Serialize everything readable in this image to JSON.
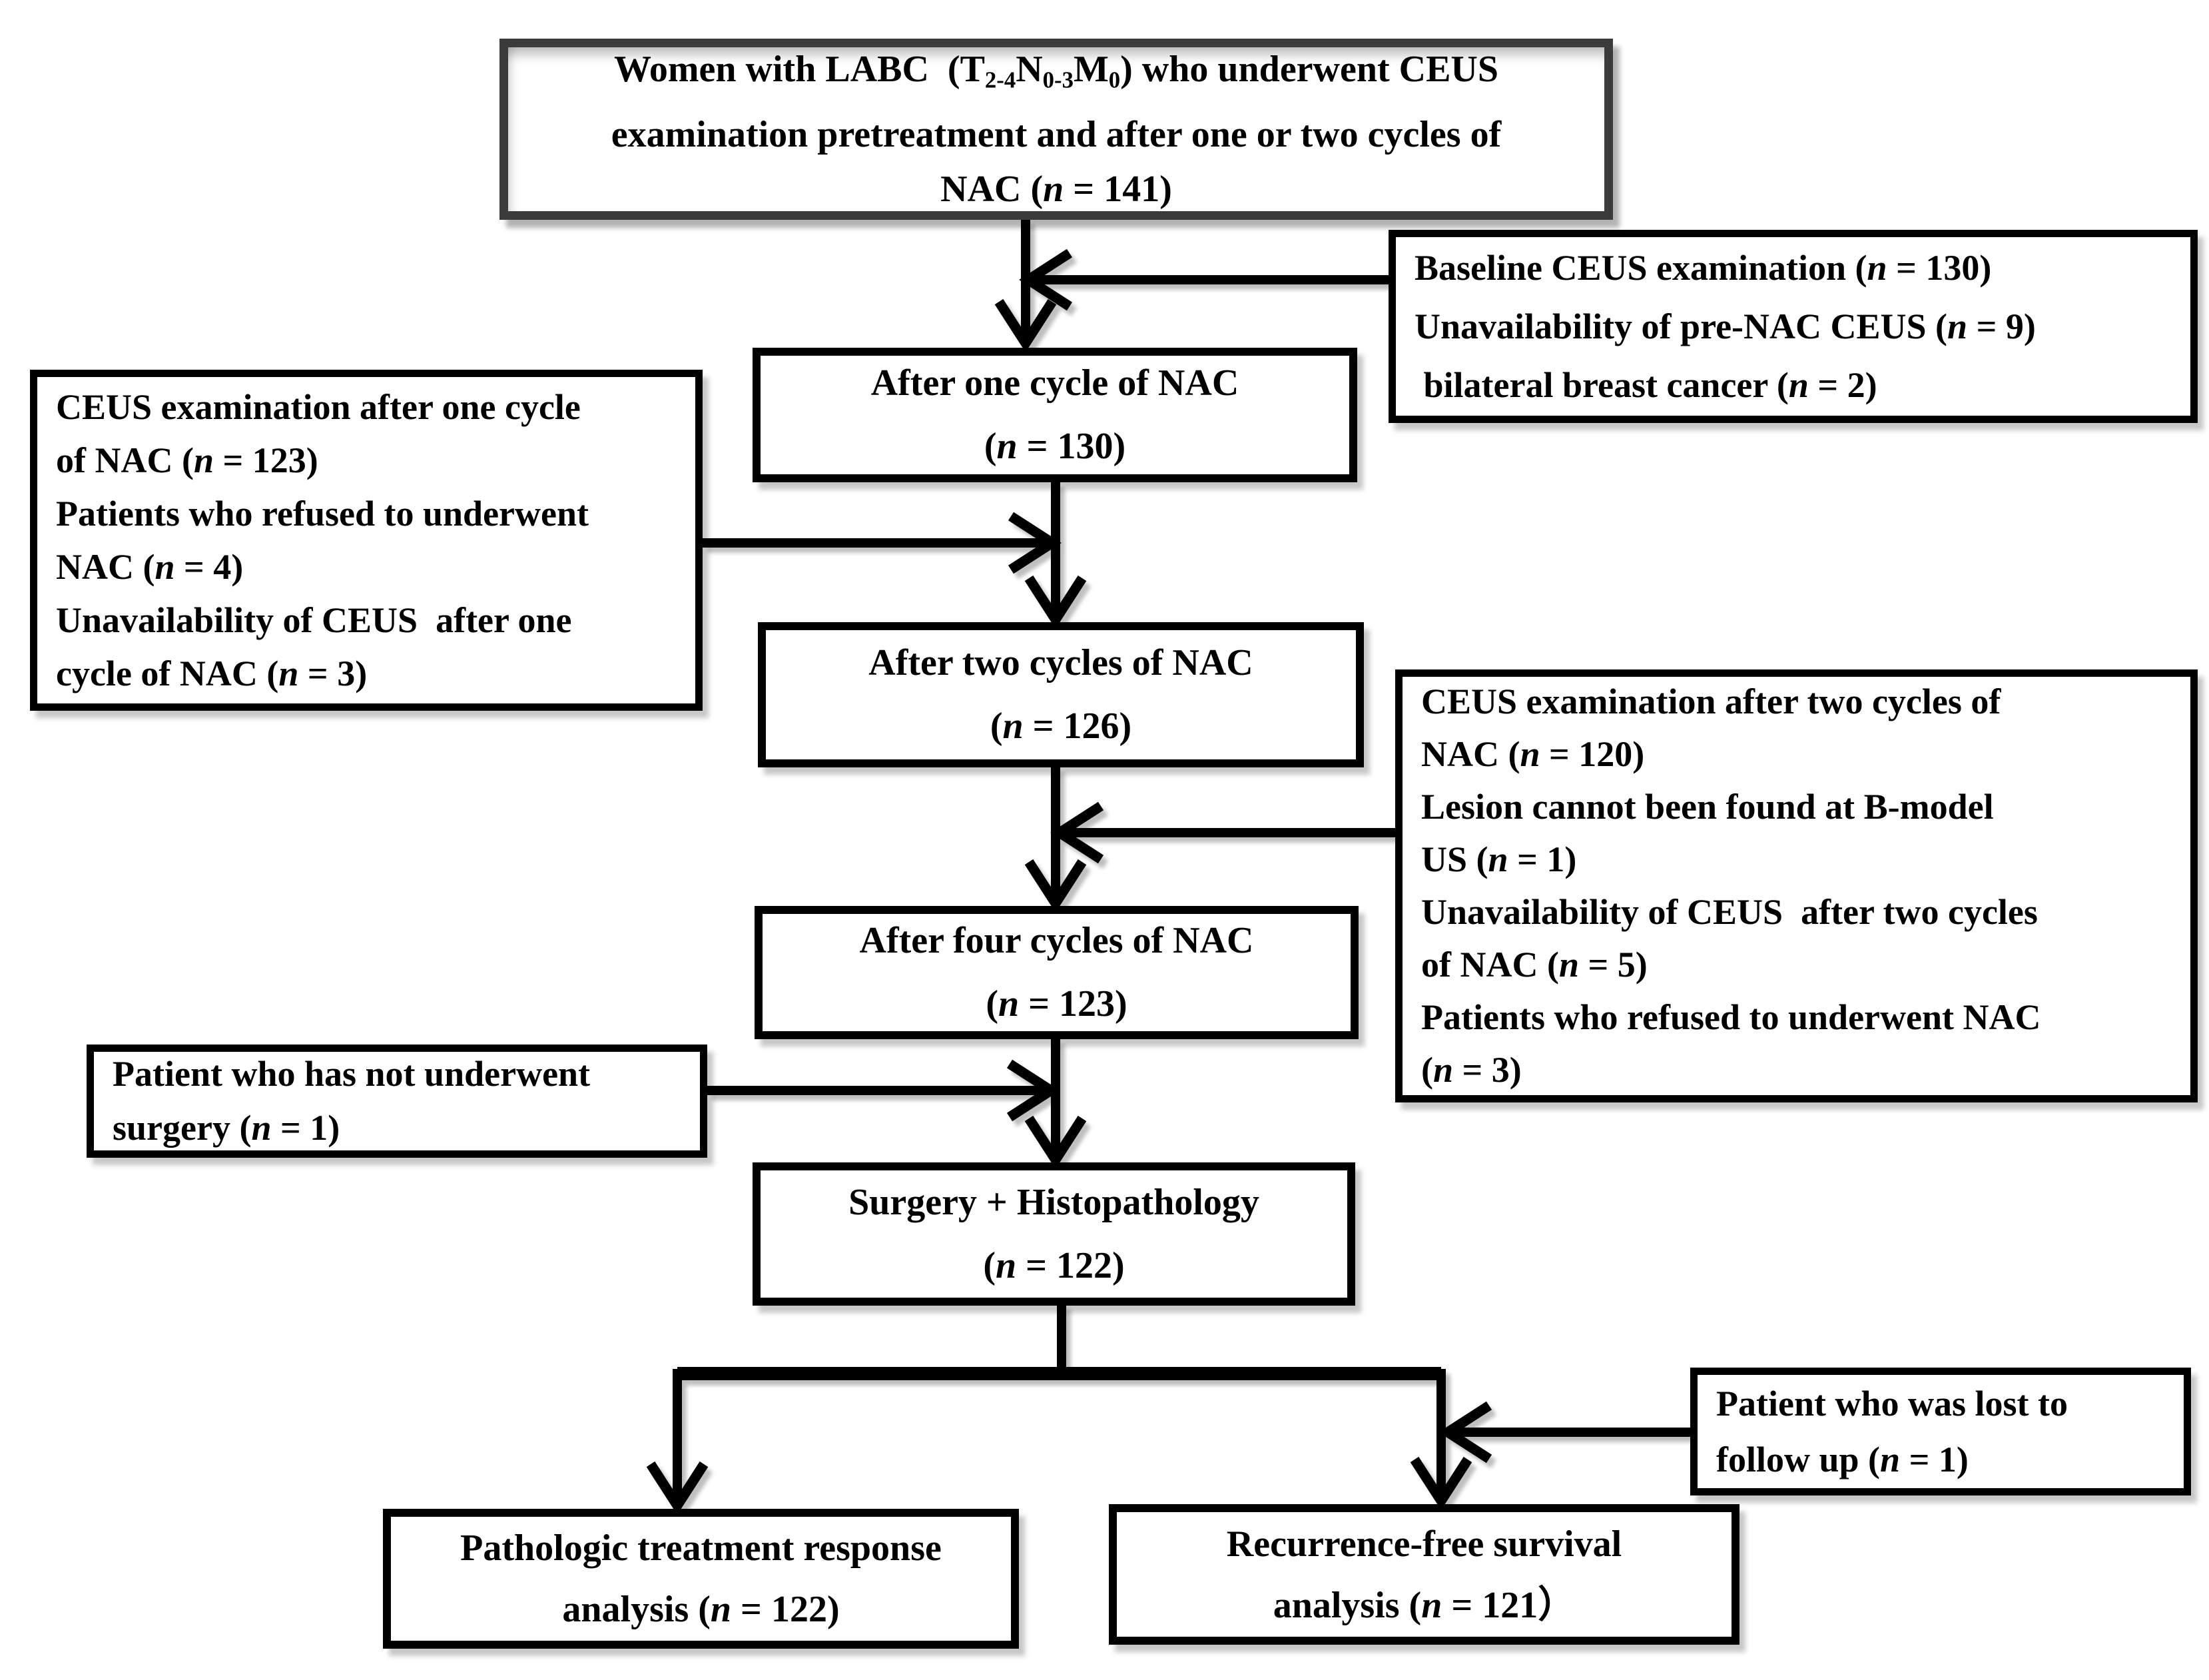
{
  "colors": {
    "background": "#ffffff",
    "line": "#000000",
    "text": "#000000",
    "box_border": "#000000",
    "top_box_border": "#3b3b3b"
  },
  "boxes": {
    "enrollment": {
      "lines": [
        [
          {
            "t": "Women with LABC  (T"
          },
          {
            "t": "2-4",
            "s": "sub"
          },
          {
            "t": "N"
          },
          {
            "t": "0-3",
            "s": "sub"
          },
          {
            "t": "M"
          },
          {
            "t": "0",
            "s": "sub"
          },
          {
            "t": ") who underwent CEUS"
          }
        ],
        [
          {
            "t": "examination pretreatment and after one or two cycles of"
          }
        ],
        [
          {
            "t": "NAC ("
          },
          {
            "t": "n",
            "s": "i"
          },
          {
            "t": " = 141)"
          }
        ]
      ]
    },
    "exclusion_baseline": {
      "lines": [
        [
          {
            "t": "Baseline CEUS examination ("
          },
          {
            "t": "n",
            "s": "i"
          },
          {
            "t": " = 130)"
          }
        ],
        [
          {
            "t": "Unavailability of pre-NAC CEUS ("
          },
          {
            "t": "n",
            "s": "i"
          },
          {
            "t": " = 9)"
          }
        ],
        [
          {
            "t": " bilateral breast cancer ("
          },
          {
            "t": "n",
            "s": "i"
          },
          {
            "t": " = 2)"
          }
        ]
      ]
    },
    "after_one_cycle": {
      "lines": [
        [
          {
            "t": "After one cycle of NAC"
          }
        ],
        [
          {
            "t": "("
          },
          {
            "t": "n",
            "s": "i"
          },
          {
            "t": " = 130)"
          }
        ]
      ]
    },
    "exclusion_one_cycle": {
      "lines": [
        [
          {
            "t": "CEUS examination after one cycle"
          }
        ],
        [
          {
            "t": "of NAC ("
          },
          {
            "t": "n",
            "s": "i"
          },
          {
            "t": " = 123)"
          }
        ],
        [
          {
            "t": "Patients who refused to underwent"
          }
        ],
        [
          {
            "t": "NAC ("
          },
          {
            "t": "n",
            "s": "i"
          },
          {
            "t": " = 4)"
          }
        ],
        [
          {
            "t": "Unavailability of CEUS  after one"
          }
        ],
        [
          {
            "t": "cycle of NAC ("
          },
          {
            "t": "n",
            "s": "i"
          },
          {
            "t": " = 3)"
          }
        ]
      ]
    },
    "after_two_cycles": {
      "lines": [
        [
          {
            "t": "After two cycles of NAC"
          }
        ],
        [
          {
            "t": "("
          },
          {
            "t": "n",
            "s": "i"
          },
          {
            "t": " = 126)"
          }
        ]
      ]
    },
    "exclusion_two_cycles": {
      "lines": [
        [
          {
            "t": "CEUS examination after two cycles of"
          }
        ],
        [
          {
            "t": "NAC ("
          },
          {
            "t": "n",
            "s": "i"
          },
          {
            "t": " = 120)"
          }
        ],
        [
          {
            "t": "Lesion cannot been found at B-model"
          }
        ],
        [
          {
            "t": "US ("
          },
          {
            "t": "n",
            "s": "i"
          },
          {
            "t": " = 1)"
          }
        ],
        [
          {
            "t": "Unavailability of CEUS  after two cycles"
          }
        ],
        [
          {
            "t": "of NAC ("
          },
          {
            "t": "n",
            "s": "i"
          },
          {
            "t": " = 5)"
          }
        ],
        [
          {
            "t": "Patients who refused to underwent NAC"
          }
        ],
        [
          {
            "t": "("
          },
          {
            "t": "n",
            "s": "i"
          },
          {
            "t": " = 3)"
          }
        ]
      ]
    },
    "after_four_cycles": {
      "lines": [
        [
          {
            "t": "After four cycles of NAC"
          }
        ],
        [
          {
            "t": "("
          },
          {
            "t": "n",
            "s": "i"
          },
          {
            "t": " = 123)"
          }
        ]
      ]
    },
    "exclusion_no_surgery": {
      "lines": [
        [
          {
            "t": "Patient who has not underwent"
          }
        ],
        [
          {
            "t": "surgery ("
          },
          {
            "t": "n",
            "s": "i"
          },
          {
            "t": " = 1)"
          }
        ]
      ]
    },
    "surgery": {
      "lines": [
        [
          {
            "t": "Surgery + Histopathology"
          }
        ],
        [
          {
            "t": "("
          },
          {
            "t": "n",
            "s": "i"
          },
          {
            "t": " = 122)"
          }
        ]
      ]
    },
    "pathologic_analysis": {
      "lines": [
        [
          {
            "t": "Pathologic treatment response"
          }
        ],
        [
          {
            "t": "analysis ("
          },
          {
            "t": "n",
            "s": "i"
          },
          {
            "t": " = 122)"
          }
        ]
      ]
    },
    "survival_analysis": {
      "lines": [
        [
          {
            "t": "Recurrence-free survival"
          }
        ],
        [
          {
            "t": "analysis ("
          },
          {
            "t": "n",
            "s": "i"
          },
          {
            "t": " = 121）"
          }
        ]
      ]
    },
    "exclusion_lost_followup": {
      "lines": [
        [
          {
            "t": "Patient who was lost to"
          }
        ],
        [
          {
            "t": "follow up ("
          },
          {
            "t": "n",
            "s": "i"
          },
          {
            "t": " = 1)"
          }
        ]
      ]
    }
  }
}
